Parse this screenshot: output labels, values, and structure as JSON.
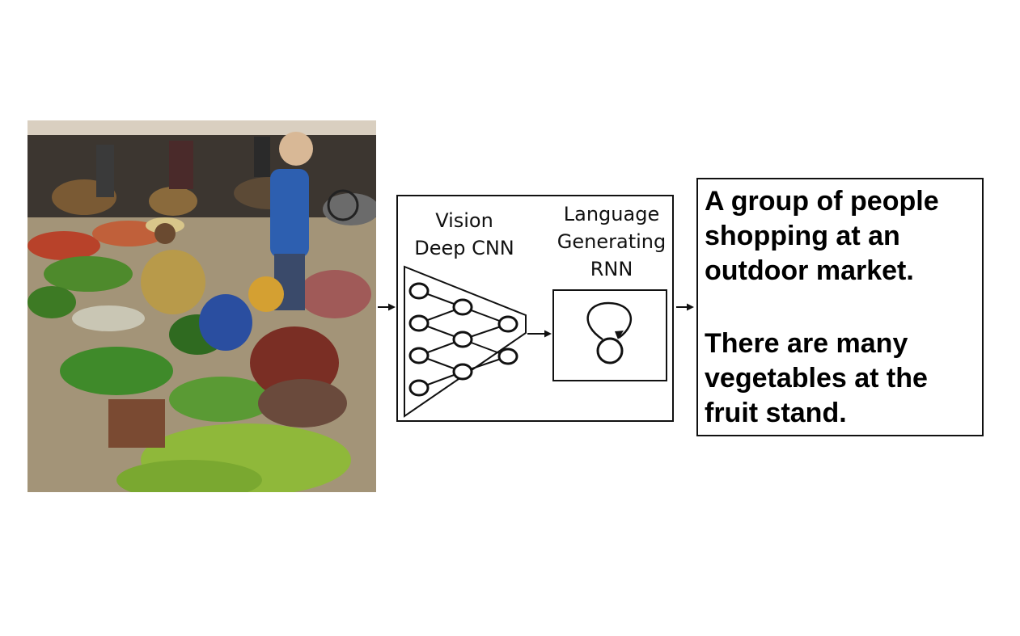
{
  "photo": {
    "subject": "outdoor market with vendors and vegetables",
    "colors": {
      "sky": "#e8e4da",
      "ground": "#a89880",
      "produce_green": "#4e8a2c",
      "banana": "#8fb83a",
      "tomato": "#b8422a"
    }
  },
  "diagram": {
    "vision_label_line1": "Vision",
    "vision_label_line2": "Deep CNN",
    "language_label_line1": "Language",
    "language_label_line2": "Generating",
    "language_label_line3": "RNN",
    "stroke_color": "#111111"
  },
  "captions": {
    "sentence_1": "A group of people shopping at an outdoor market.",
    "sentence_2": "There are many vegetables at the fruit stand."
  }
}
